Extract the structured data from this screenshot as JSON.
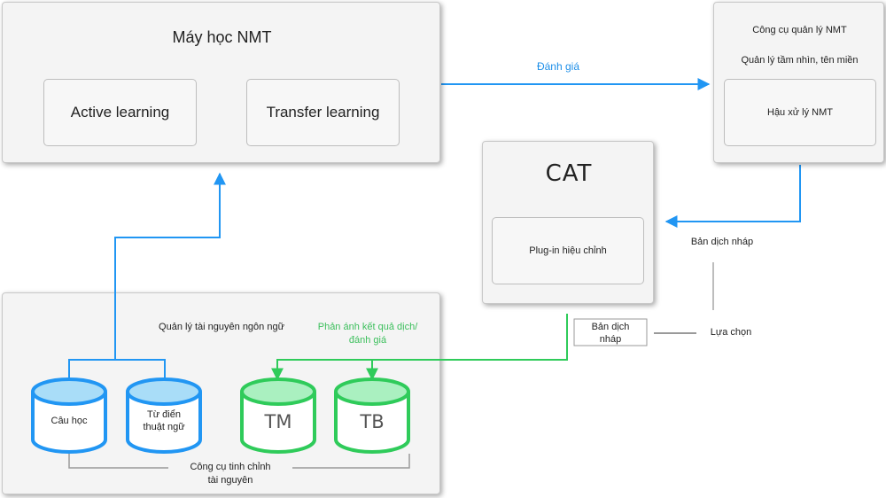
{
  "nmt_engine": {
    "title": "Máy học NMT",
    "active_learning": "Active learning",
    "transfer_learning": "Transfer learning"
  },
  "nmt_tools": {
    "title": "Công cụ quản lý NMT",
    "subtitle": "Quản lý tầm nhìn, tên miền",
    "post_edit": "Hậu xử lý NMT"
  },
  "cat": {
    "title": "CAT",
    "plugin": "Plug-in hiệu chỉnh"
  },
  "resources": {
    "title": "Quản lý tài nguyên ngôn ngữ",
    "feedback_line1": "Phản ánh kết quả dịch/",
    "feedback_line2": "đánh giá",
    "tuning_line1": "Công cụ tinh chỉnh",
    "tuning_line2": "tài nguyên",
    "cylinders": {
      "corpus": "Câu học",
      "glossary_line1": "Từ điển",
      "glossary_line2": "thuật ngữ",
      "tm": "TM",
      "tb": "TB"
    }
  },
  "labels": {
    "evaluate": "Đánh giá",
    "draft_right": "Bản dịch nháp",
    "draft_box_line1": "Bản dịch",
    "draft_box_line2": "nháp",
    "choose": "Lựa chọn"
  },
  "colors": {
    "blue": "#2196f3",
    "green": "#2fcb5a",
    "green_text": "#3cbf5c",
    "blue_text": "#1e8fe8"
  }
}
